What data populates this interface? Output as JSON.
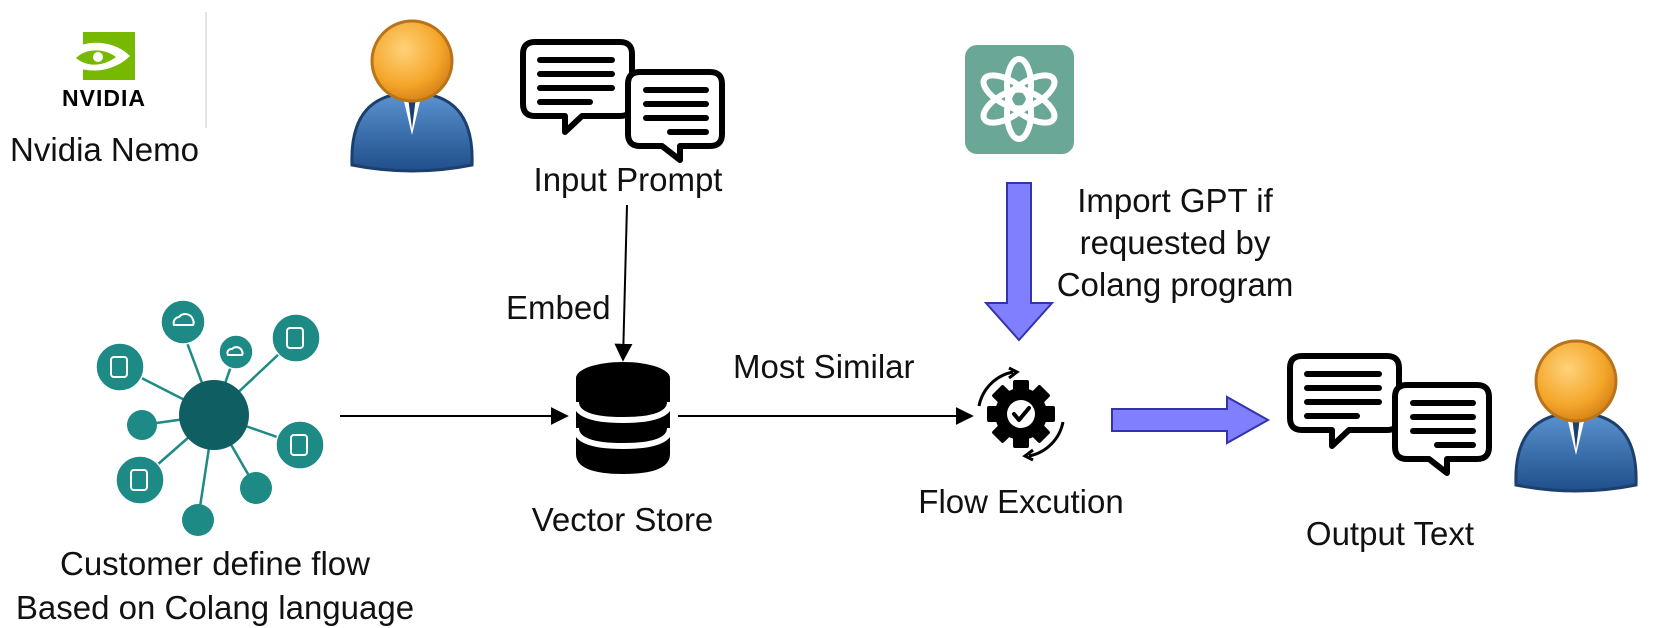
{
  "brand": {
    "logo_text": "NVIDIA",
    "caption": "Nvidia Nemo"
  },
  "labels": {
    "input_prompt": "Input Prompt",
    "embed": "Embed",
    "most_similar": "Most Similar",
    "vector_store": "Vector Store",
    "flow_execution": "Flow Excution",
    "output_text": "Output Text",
    "gpt_note": [
      "Import GPT if",
      "requested by",
      "Colang program"
    ],
    "customer_flow": [
      "Customer define flow",
      "Based on Colang language"
    ]
  },
  "icons": {
    "nvidia": "nvidia-logo",
    "user_input": "user-avatar-icon",
    "chat_input": "chat-bubbles-icon",
    "openai": "openai-logo-icon",
    "network": "network-hub-icon",
    "database": "database-icon",
    "flow": "gear-check-icon",
    "chat_output": "chat-bubbles-icon",
    "user_output": "user-avatar-icon"
  },
  "colors": {
    "nvidia_green": "#76b900",
    "openai_teal": "#6aa797",
    "network_teal": "#1e8a86",
    "network_hub": "#0f5f62",
    "arrow_purple": "#8080ff",
    "avatar_head": "#f4a62a",
    "avatar_body": "#2c64a6"
  }
}
